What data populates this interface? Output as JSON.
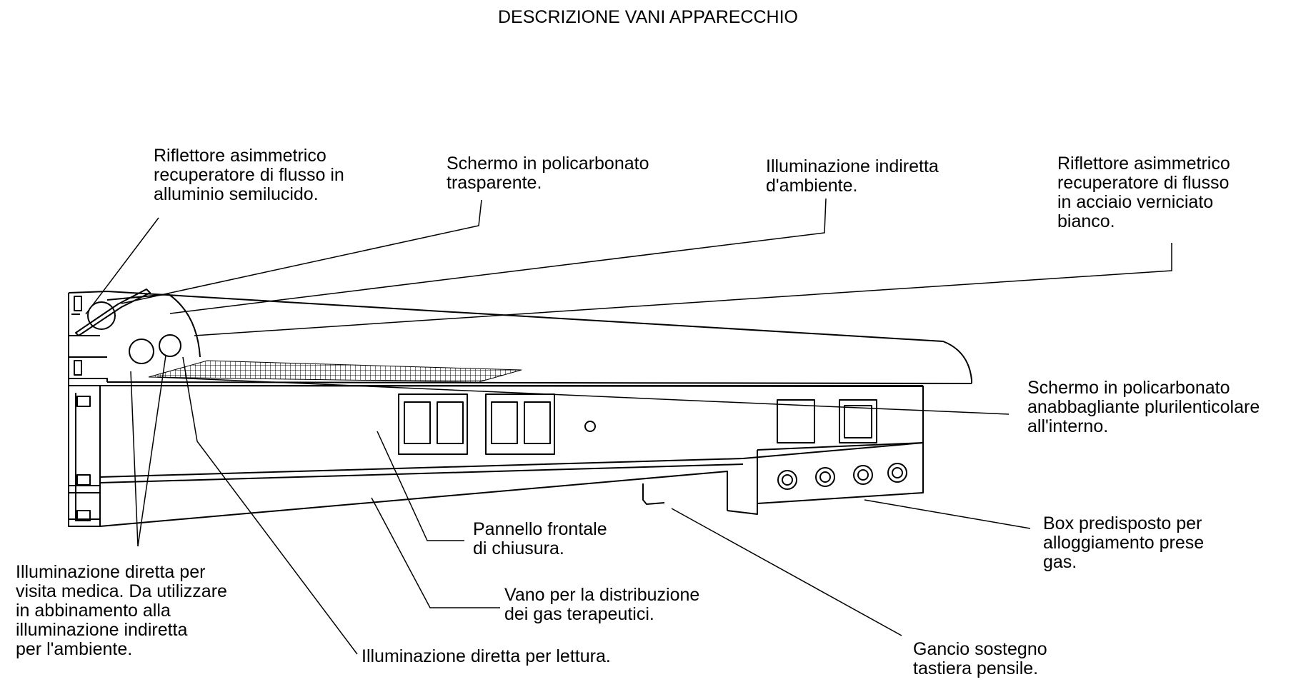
{
  "title": "DESCRIZIONE VANI APPARECCHIO",
  "labels": {
    "riflettore_alluminio": [
      "Riflettore asimmetrico",
      "recuperatore di flusso in",
      "alluminio semilucido."
    ],
    "schermo_trasparente": [
      "Schermo in policarbonato",
      "trasparente."
    ],
    "illuminazione_indiretta": [
      "Illuminazione indiretta",
      "d'ambiente."
    ],
    "riflettore_acciaio": [
      "Riflettore asimmetrico",
      "recuperatore di flusso",
      "in acciaio verniciato",
      "bianco."
    ],
    "schermo_anabbagliante": [
      "Schermo in policarbonato",
      "anabbagliante plurilenticolare",
      "all'interno."
    ],
    "box_gas": [
      "Box predisposto per",
      "alloggiamento prese",
      "gas."
    ],
    "gancio": [
      "Gancio sostegno",
      "tastiera pensile."
    ],
    "vano_gas": [
      "Vano per la distribuzione",
      "dei gas terapeutici."
    ],
    "pannello": [
      "Pannello frontale",
      "di chiusura."
    ],
    "illuminazione_lettura": [
      "Illuminazione diretta per lettura."
    ],
    "illuminazione_visita": [
      "Illuminazione diretta per",
      "visita medica. Da utilizzare",
      "in abbinamento alla",
      "illuminazione indiretta",
      "per l'ambiente."
    ]
  }
}
